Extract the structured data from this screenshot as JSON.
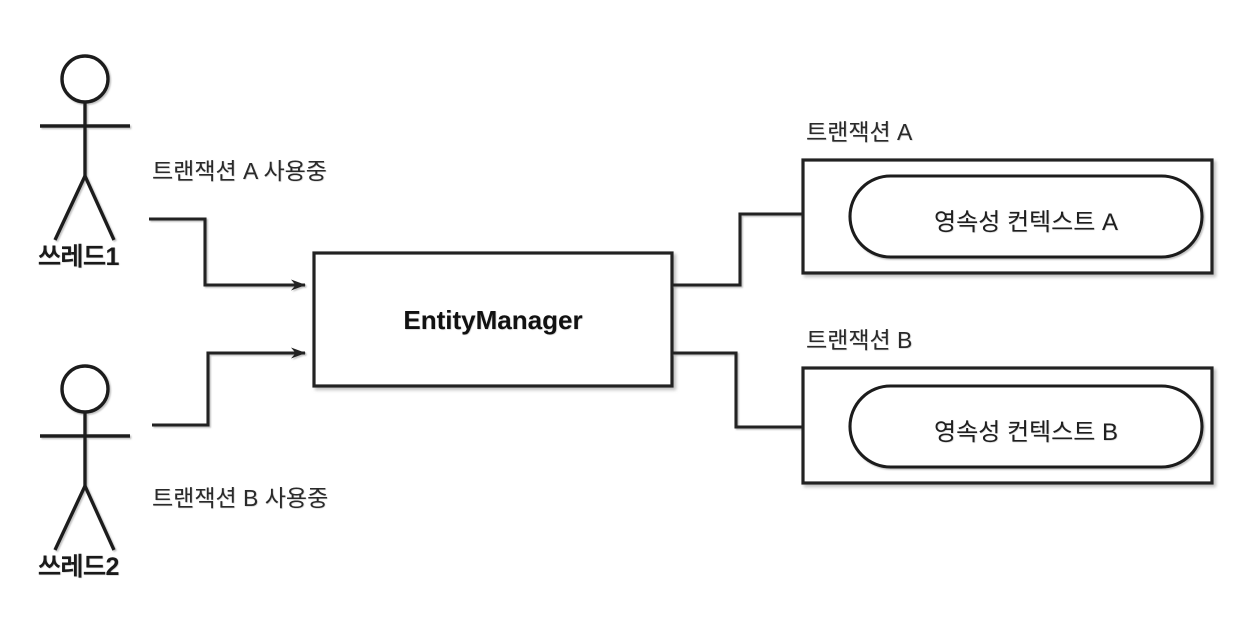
{
  "diagram": {
    "title": "EntityManager transaction persistence-context diagram",
    "background_color": "#ffffff",
    "stroke_color": "#222222",
    "actors": [
      {
        "id": "thread1",
        "label": "쓰레드1"
      },
      {
        "id": "thread2",
        "label": "쓰레드2"
      }
    ],
    "edge_labels": [
      {
        "id": "edge-a",
        "label": "트랜잭션 A 사용중"
      },
      {
        "id": "edge-b",
        "label": "트랜잭션 B 사용중"
      }
    ],
    "center_node": {
      "id": "entity-manager",
      "label": "EntityManager"
    },
    "transaction_boxes": [
      {
        "id": "transaction-a",
        "title": "트랜잭션 A",
        "context_label": "영속성 컨텍스트 A"
      },
      {
        "id": "transaction-b",
        "title": "트랜잭션 B",
        "context_label": "영속성 컨텍스트 B"
      }
    ]
  }
}
